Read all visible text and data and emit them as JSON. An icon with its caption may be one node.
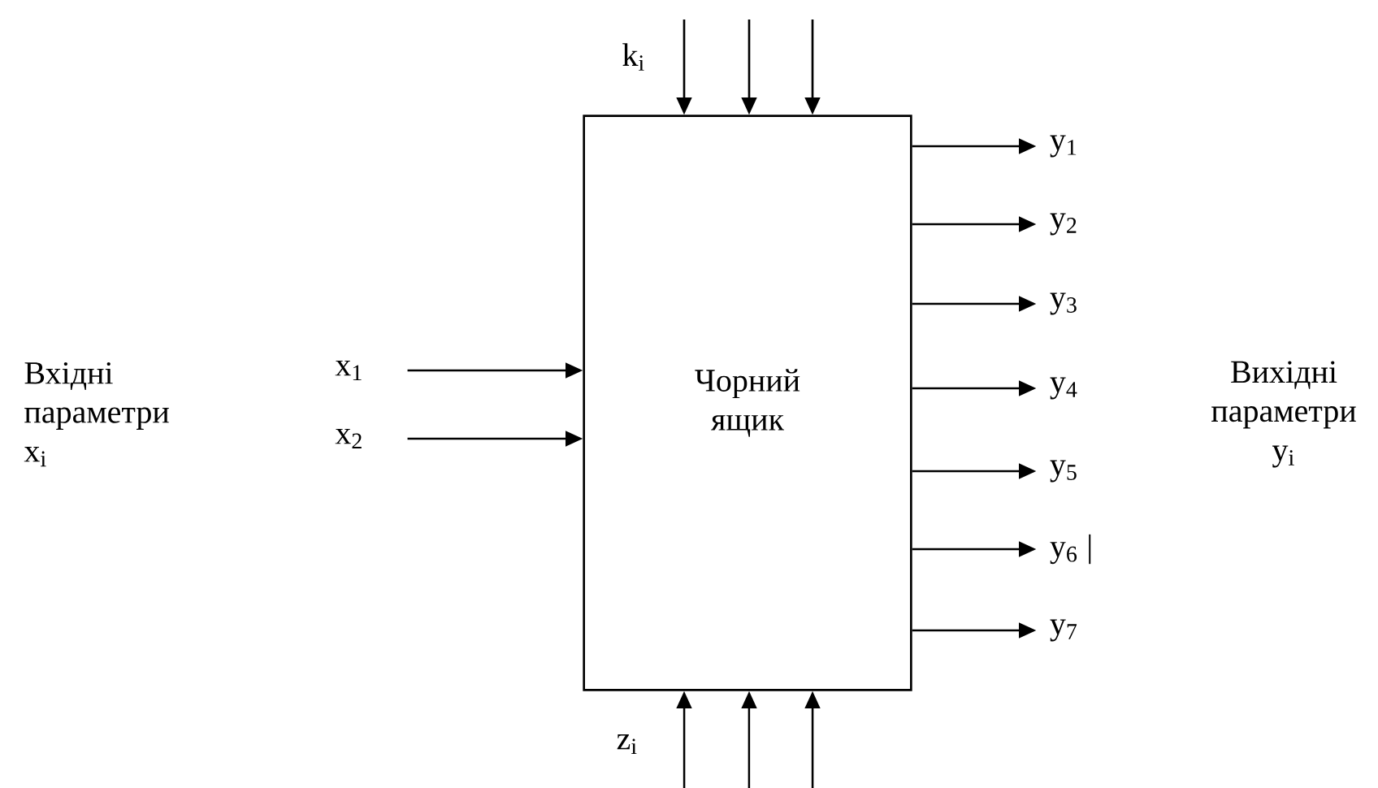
{
  "diagram": {
    "nodes": [
      {
        "text": [
          "Чорний ящик"
        ]
      },
      {
        "text": [
          "x$_{1}$"
        ]
      },
      {
        "text": [
          "x$_{2}$"
        ]
      },
      {
        "text": [
          "y$_{1}$"
        ]
      },
      {
        "text": [
          "y$_{2}$"
        ]
      },
      {
        "text": [
          "y$_{3}$"
        ]
      },
      {
        "text": [
          "y$_{4}$"
        ]
      },
      {
        "text": [
          "y$_{5}$"
        ]
      },
      {
        "text": [
          "y$_{6}$ |"
        ]
      },
      {
        "text": [
          "y$_{7}$"
        ]
      }
    ],
    "edges": [
      {
        "from": 1,
        "to": 0,
        "arrow": "to"
      },
      {
        "from": 2,
        "to": 0,
        "arrow": "to"
      },
      {
        "from": null,
        "to": 0,
        "arrow": "to"
      },
      {
        "from": null,
        "to": 0,
        "arrow": "to"
      },
      {
        "from": null,
        "to": 0,
        "arrow": "to"
      },
      {
        "from": null,
        "to": 0,
        "arrow": "to"
      },
      {
        "from": null,
        "to": 0,
        "arrow": "to"
      },
      {
        "from": null,
        "to": 0,
        "arrow": "to"
      },
      {
        "from": 0,
        "to": 3,
        "arrow": "to"
      },
      {
        "from": 0,
        "to": 4,
        "arrow": "to"
      },
      {
        "from": 0,
        "to": 5,
        "arrow": "to"
      },
      {
        "from": 0,
        "to": 6,
        "arrow": "to"
      },
      {
        "from": 0,
        "to": 7,
        "arrow": "to"
      },
      {
        "from": 0,
        "to": 8,
        "arrow": "to"
      },
      {
        "from": 0,
        "to": 9,
        "arrow": "to"
      }
    ],
    "labels": [
      "k$_{i}$",
      "Вхідні параметри x$_{i}$",
      "Вихідні параметри y$_{i}$",
      "z$_{i}$"
    ]
  }
}
